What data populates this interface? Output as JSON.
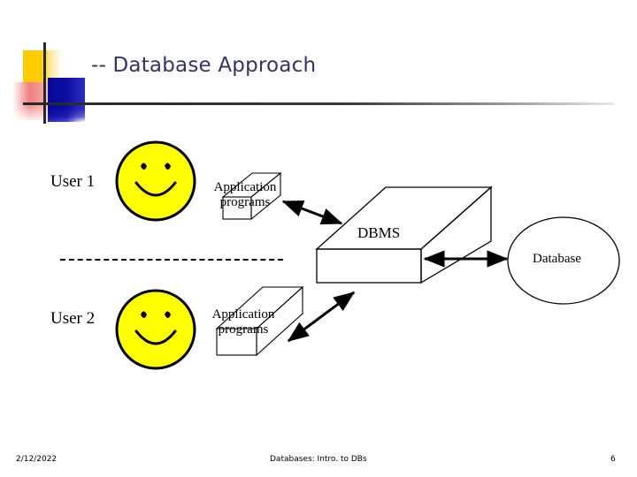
{
  "slide": {
    "title": "-- Database Approach",
    "title_color": "#333366",
    "background": "#ffffff"
  },
  "decoration": {
    "yellow_color": "#FFCC00",
    "red_color": "#F08080",
    "blue_color": "#2B2BC4",
    "rule_color": "#262626"
  },
  "diagram": {
    "users": [
      {
        "label": "User 1",
        "face_color": "#FFFF00",
        "outline_color": "#000000"
      },
      {
        "label": "User 2",
        "face_color": "#FFFF00",
        "outline_color": "#000000"
      }
    ],
    "app_boxes": [
      {
        "line1": "Application",
        "line2": "programs"
      },
      {
        "line1": "Application",
        "line2": "programs"
      }
    ],
    "dbms": {
      "label": "DBMS"
    },
    "database": {
      "label": "Database"
    },
    "connectors": [
      {
        "name": "app1-to-dbms",
        "style": "double-arrow"
      },
      {
        "name": "app2-to-dbms",
        "style": "double-arrow"
      },
      {
        "name": "dbms-to-database",
        "style": "double-arrow"
      }
    ]
  },
  "footer": {
    "date": "2/12/2022",
    "center": "Databases: Intro. to DBs",
    "page": "6"
  }
}
